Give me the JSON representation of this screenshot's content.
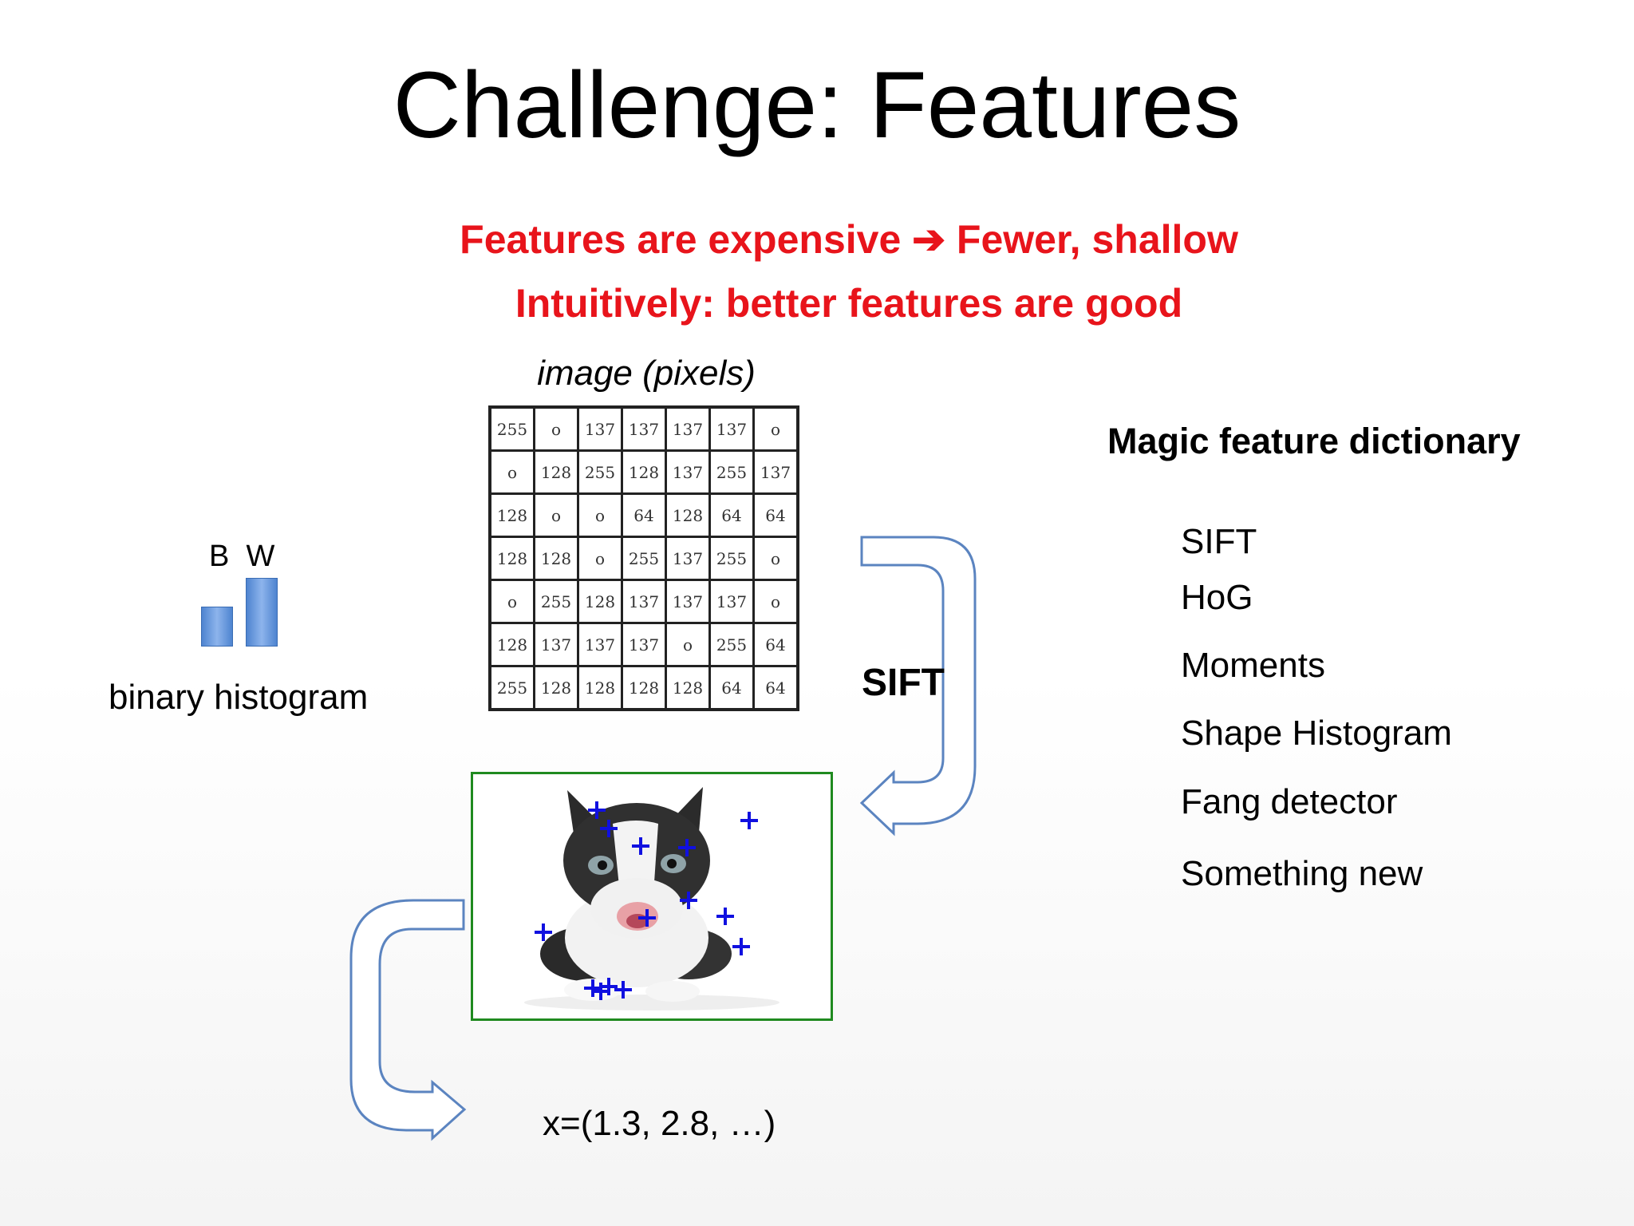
{
  "slide": {
    "title": "Challenge: Features",
    "subtitle_line1": "Features are expensive ➔ Fewer, shallow",
    "subtitle_line2": "Intuitively: better features are good",
    "colors": {
      "accent_red": "#e8141b",
      "arrow_blue": "#5b84c0",
      "frame_green": "#1f8a1f",
      "bar_blue": "#5b8fd8",
      "marker_blue": "#1010e0"
    }
  },
  "pixel_grid": {
    "label": "image (pixels)",
    "rows": [
      [
        "255",
        "o",
        "137",
        "137",
        "137",
        "137",
        "o"
      ],
      [
        "o",
        "128",
        "255",
        "128",
        "137",
        "255",
        "137"
      ],
      [
        "128",
        "o",
        "o",
        "64",
        "128",
        "64",
        "64"
      ],
      [
        "128",
        "128",
        "o",
        "255",
        "137",
        "255",
        "o"
      ],
      [
        "o",
        "255",
        "128",
        "137",
        "137",
        "137",
        "o"
      ],
      [
        "128",
        "137",
        "137",
        "137",
        "o",
        "255",
        "64"
      ],
      [
        "255",
        "128",
        "128",
        "128",
        "128",
        "64",
        "64"
      ]
    ]
  },
  "histogram": {
    "bar_labels": "B  W",
    "caption": "binary histogram",
    "values": {
      "B": 0.57,
      "W": 1.0
    }
  },
  "sift_arrow_label": "SIFT",
  "feature_vector": "x=(1.3, 2.8, …)",
  "dictionary": {
    "title": "Magic feature dictionary",
    "items": [
      "SIFT",
      "HoG",
      "Moments",
      "Shape Histogram",
      "Fang detector",
      "Something new"
    ]
  },
  "kitten": {
    "icon": "kitten-photo",
    "keypoint_icon": "plus-marker"
  }
}
